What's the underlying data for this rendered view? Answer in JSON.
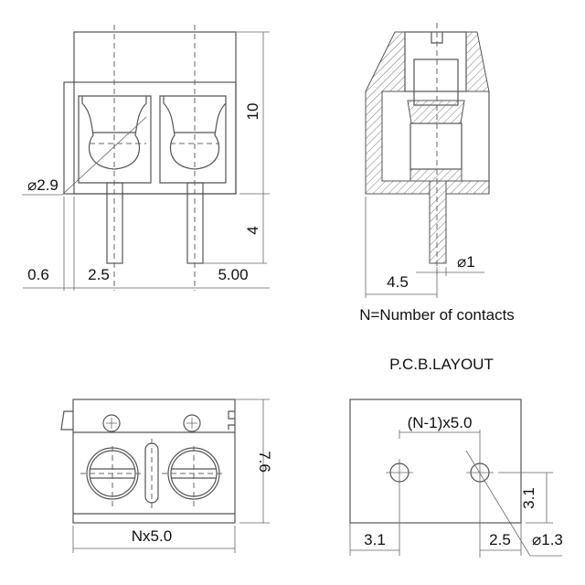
{
  "front_view": {
    "dia_label": "⌀2.9",
    "height_label": "10",
    "pin_label": "4",
    "offset_label": "0.6",
    "pin_width_label": "2.5",
    "pitch_label": "5.00"
  },
  "side_view": {
    "offset_label": "4.5",
    "pin_dia_label": "⌀1"
  },
  "note": "N=Number of contacts",
  "pcb_title": "P.C.B.LAYOUT",
  "top_view": {
    "height_label": "7.6",
    "width_label": "Nx5.0"
  },
  "pcb_layout": {
    "pitch_label": "(N-1)x5.0",
    "vert_label": "3.1",
    "left_label": "3.1",
    "right_label": "2.5",
    "hole_label": "⌀1.3"
  }
}
